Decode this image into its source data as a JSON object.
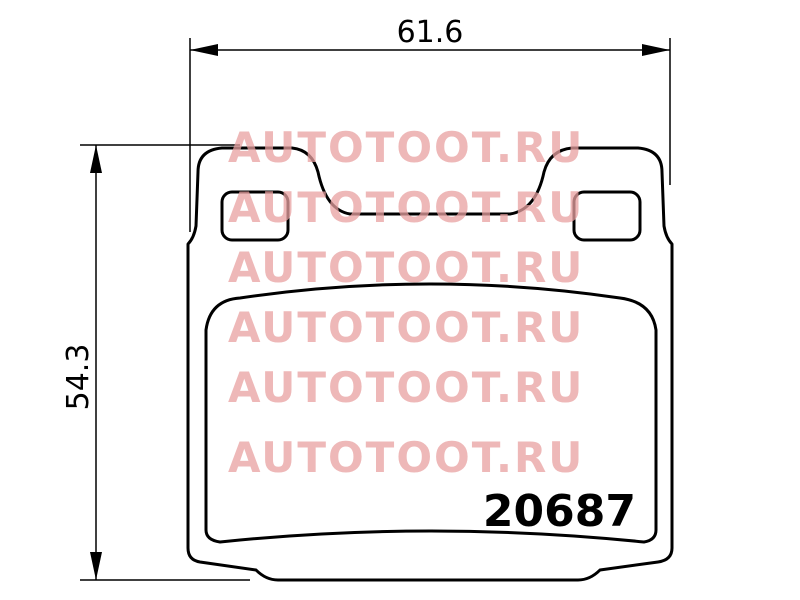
{
  "dimensions": {
    "width_label": "61.6",
    "height_label": "54.3"
  },
  "part_number": "20687",
  "watermark": {
    "text": "AUTOTOOT.RU",
    "repeat": 6,
    "color": "#e8a0a0"
  }
}
